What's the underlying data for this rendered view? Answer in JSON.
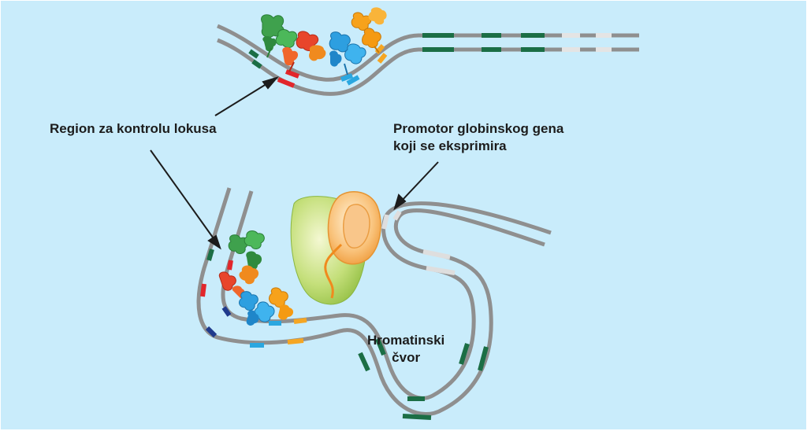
{
  "labels": {
    "locus_control_region": "Region za kontrolu lokusa",
    "promoter_line1": "Promotor globinskog gena",
    "promoter_line2": "koji se eksprimira",
    "loop_line1": "Hromatinski",
    "loop_line2": "čvor"
  },
  "colors": {
    "background": "#c9ecfb",
    "dna_strand": "#8f8f8f",
    "dna_light": "#d9d9d9",
    "dark_green_segment": "#1b6e45",
    "red_segment": "#e2262b",
    "navy_segment": "#1f3a8c",
    "blue_segment": "#2aa7e0",
    "orange_segment": "#f5a623",
    "green_factor": "#3fa14d",
    "red_factor": "#e8452b",
    "blue_factor": "#2d9fe0",
    "orange_factor": "#f7a21b",
    "polymerase_green": "#b9d86b",
    "polymerase_orange": "#f6b15b"
  }
}
